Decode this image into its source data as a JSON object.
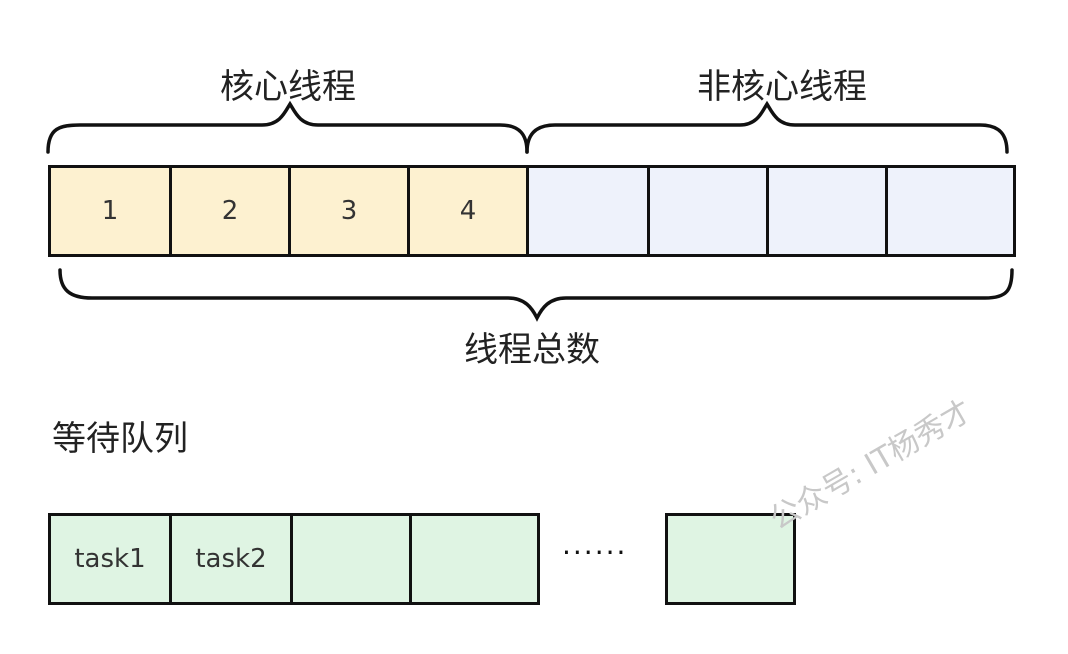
{
  "colors": {
    "core_fill": "#fdf1d0",
    "noncore_fill": "#eef2fb",
    "queue_fill": "#dff4e3",
    "border": "#111111",
    "watermark": "#c8c8c8"
  },
  "thread_pool": {
    "core_label": "核心线程",
    "noncore_label": "非核心线程",
    "total_label": "线程总数",
    "core_cells": [
      "1",
      "2",
      "3",
      "4"
    ],
    "noncore_cells": [
      "",
      "",
      "",
      ""
    ]
  },
  "queue": {
    "label": "等待队列",
    "cells": [
      "task1",
      "task2",
      "",
      ""
    ],
    "ellipsis": "······",
    "tail_cells": [
      ""
    ]
  },
  "watermark": "公众号: IT杨秀才"
}
